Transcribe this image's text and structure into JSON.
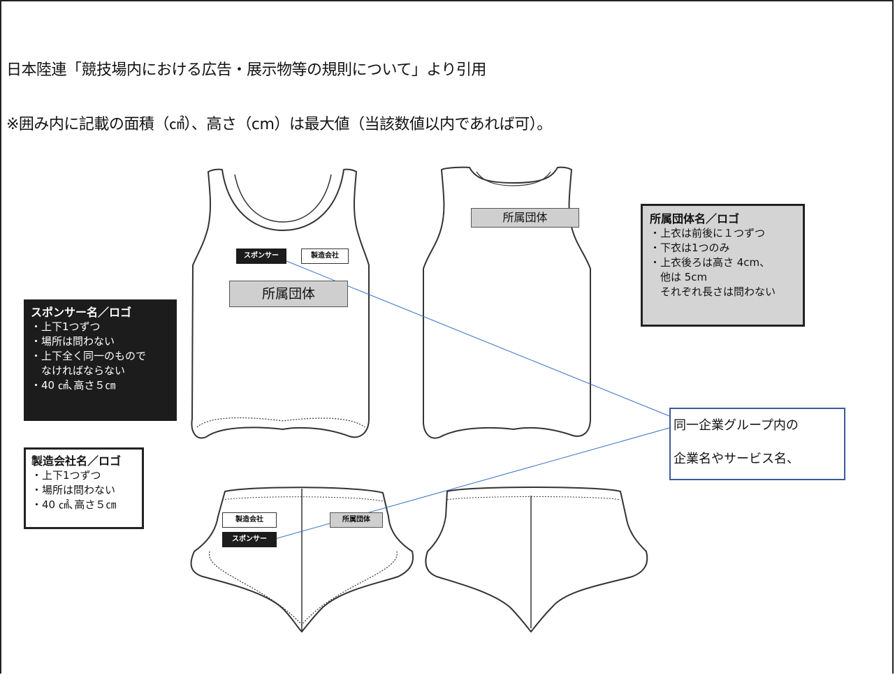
{
  "header": {
    "source_line": "日本陸連「競技場内における広告・展示物等の規則について」より引用",
    "note_line": "※囲み内に記載の面積（㎠）、高さ（cm）は最大値（当該数値以内であれば可）。"
  },
  "garment_labels": {
    "sponsor": "スポンサー",
    "maker": "製造会社",
    "club": "所属団体"
  },
  "sponsor_box": {
    "title": "スポンサー名／ロゴ",
    "lines": [
      "・上下1つずつ",
      "・場所は問わない",
      "・上下全く同一のもので",
      "　なければならない",
      "・40 ㎠､高さ５㎝"
    ]
  },
  "maker_box": {
    "title": "製造会社名／ロゴ",
    "lines": [
      "・上下1つずつ",
      "・場所は問わない",
      "・40 ㎠､高さ５㎝"
    ]
  },
  "club_box": {
    "title": "所属団体名／ロゴ",
    "lines": [
      "・上衣は前後に１つずつ",
      "・下衣は1つのみ",
      "・上衣後ろは高さ 4cm、",
      "　他は 5cm",
      "　それぞれ長さは問わない"
    ]
  },
  "group_note": {
    "lines": [
      "同一企業グループ内の",
      "企業名やサービス名、"
    ]
  },
  "colors": {
    "sponsor_bg": "#1c1c1c",
    "club_bg": "#d4d4d4",
    "label_gray": "#cfcfcf",
    "leader_line": "#3b6fc4",
    "group_border": "#3b5a9a"
  }
}
